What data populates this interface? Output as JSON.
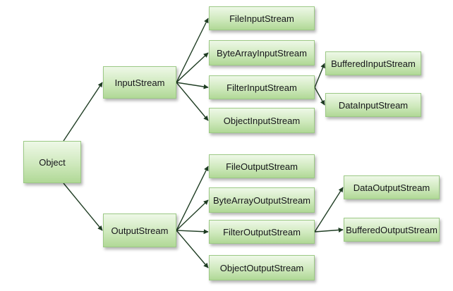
{
  "nodes": {
    "object": "Object",
    "inputstream": "InputStream",
    "outputstream": "OutputStream",
    "fileinputstream": "FileInputStream",
    "bytearrayinputstream": "ByteArrayInputStream",
    "filterinputstream": "FilterInputStream",
    "objectinputstream": "ObjectInputStream",
    "bufferedinputstream": "BufferedInputStream",
    "datainputstream": "DataInputStream",
    "fileoutputstream": "FileOutputStream",
    "bytearrayoutputstream": "ByteArrayOutputStream",
    "filteroutputstream": "FilterOutputStream",
    "objectoutputstream": "ObjectOutputStream",
    "dataoutputstream": "DataOutputStream",
    "bufferedoutputstream": "BufferedOutputStream"
  },
  "edges": [
    [
      "object",
      "inputstream"
    ],
    [
      "object",
      "outputstream"
    ],
    [
      "inputstream",
      "fileinputstream"
    ],
    [
      "inputstream",
      "bytearrayinputstream"
    ],
    [
      "inputstream",
      "filterinputstream"
    ],
    [
      "inputstream",
      "objectinputstream"
    ],
    [
      "filterinputstream",
      "bufferedinputstream"
    ],
    [
      "filterinputstream",
      "datainputstream"
    ],
    [
      "outputstream",
      "fileoutputstream"
    ],
    [
      "outputstream",
      "bytearrayoutputstream"
    ],
    [
      "outputstream",
      "filteroutputstream"
    ],
    [
      "outputstream",
      "objectoutputstream"
    ],
    [
      "filteroutputstream",
      "dataoutputstream"
    ],
    [
      "filteroutputstream",
      "bufferedoutputstream"
    ]
  ],
  "colors": {
    "box_top": "#eef8e7",
    "box_bottom": "#b0d896",
    "box_border": "#9cc985",
    "arrow": "#1f3d23",
    "text": "#15151a"
  }
}
